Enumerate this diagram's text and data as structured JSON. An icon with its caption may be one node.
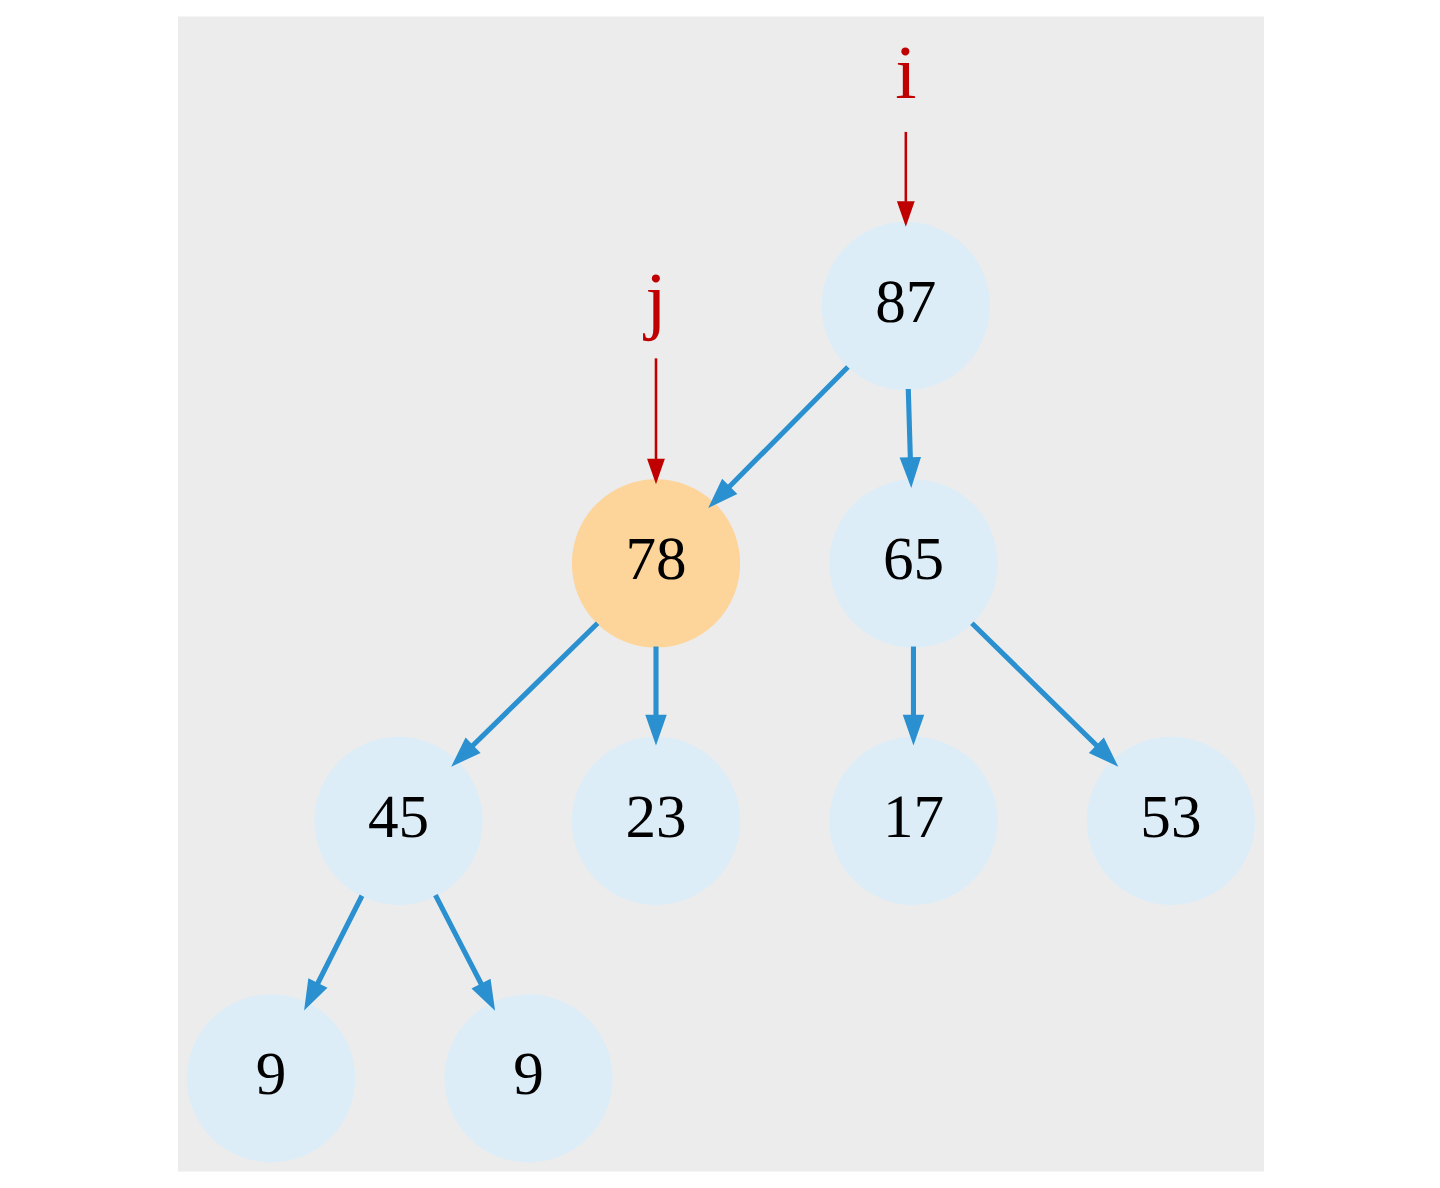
{
  "diagram": {
    "nodes": [
      {
        "text": [
          "i"
        ]
      },
      {
        "text": [
          "j"
        ]
      },
      {
        "text": [
          "87"
        ]
      },
      {
        "text": [
          "78"
        ]
      },
      {
        "text": [
          "65"
        ]
      },
      {
        "text": [
          "45"
        ]
      },
      {
        "text": [
          "23"
        ]
      },
      {
        "text": [
          "17"
        ]
      },
      {
        "text": [
          "53"
        ]
      },
      {
        "text": [
          "9"
        ]
      },
      {
        "text": [
          "9"
        ]
      }
    ],
    "edges": [
      {
        "from": 0,
        "to": 2,
        "arrow": "to",
        "color": "#c00000"
      },
      {
        "from": 1,
        "to": 3,
        "arrow": "to",
        "color": "#c00000"
      },
      {
        "from": 2,
        "to": 3,
        "arrow": "to"
      },
      {
        "from": 2,
        "to": 4,
        "arrow": "to"
      },
      {
        "from": 3,
        "to": 5,
        "arrow": "to"
      },
      {
        "from": 3,
        "to": 6,
        "arrow": "to"
      },
      {
        "from": 4,
        "to": 7,
        "arrow": "to"
      },
      {
        "from": 4,
        "to": 8,
        "arrow": "to"
      },
      {
        "from": 5,
        "to": 9,
        "arrow": "to"
      },
      {
        "from": 5,
        "to": 10,
        "arrow": "to"
      }
    ]
  }
}
